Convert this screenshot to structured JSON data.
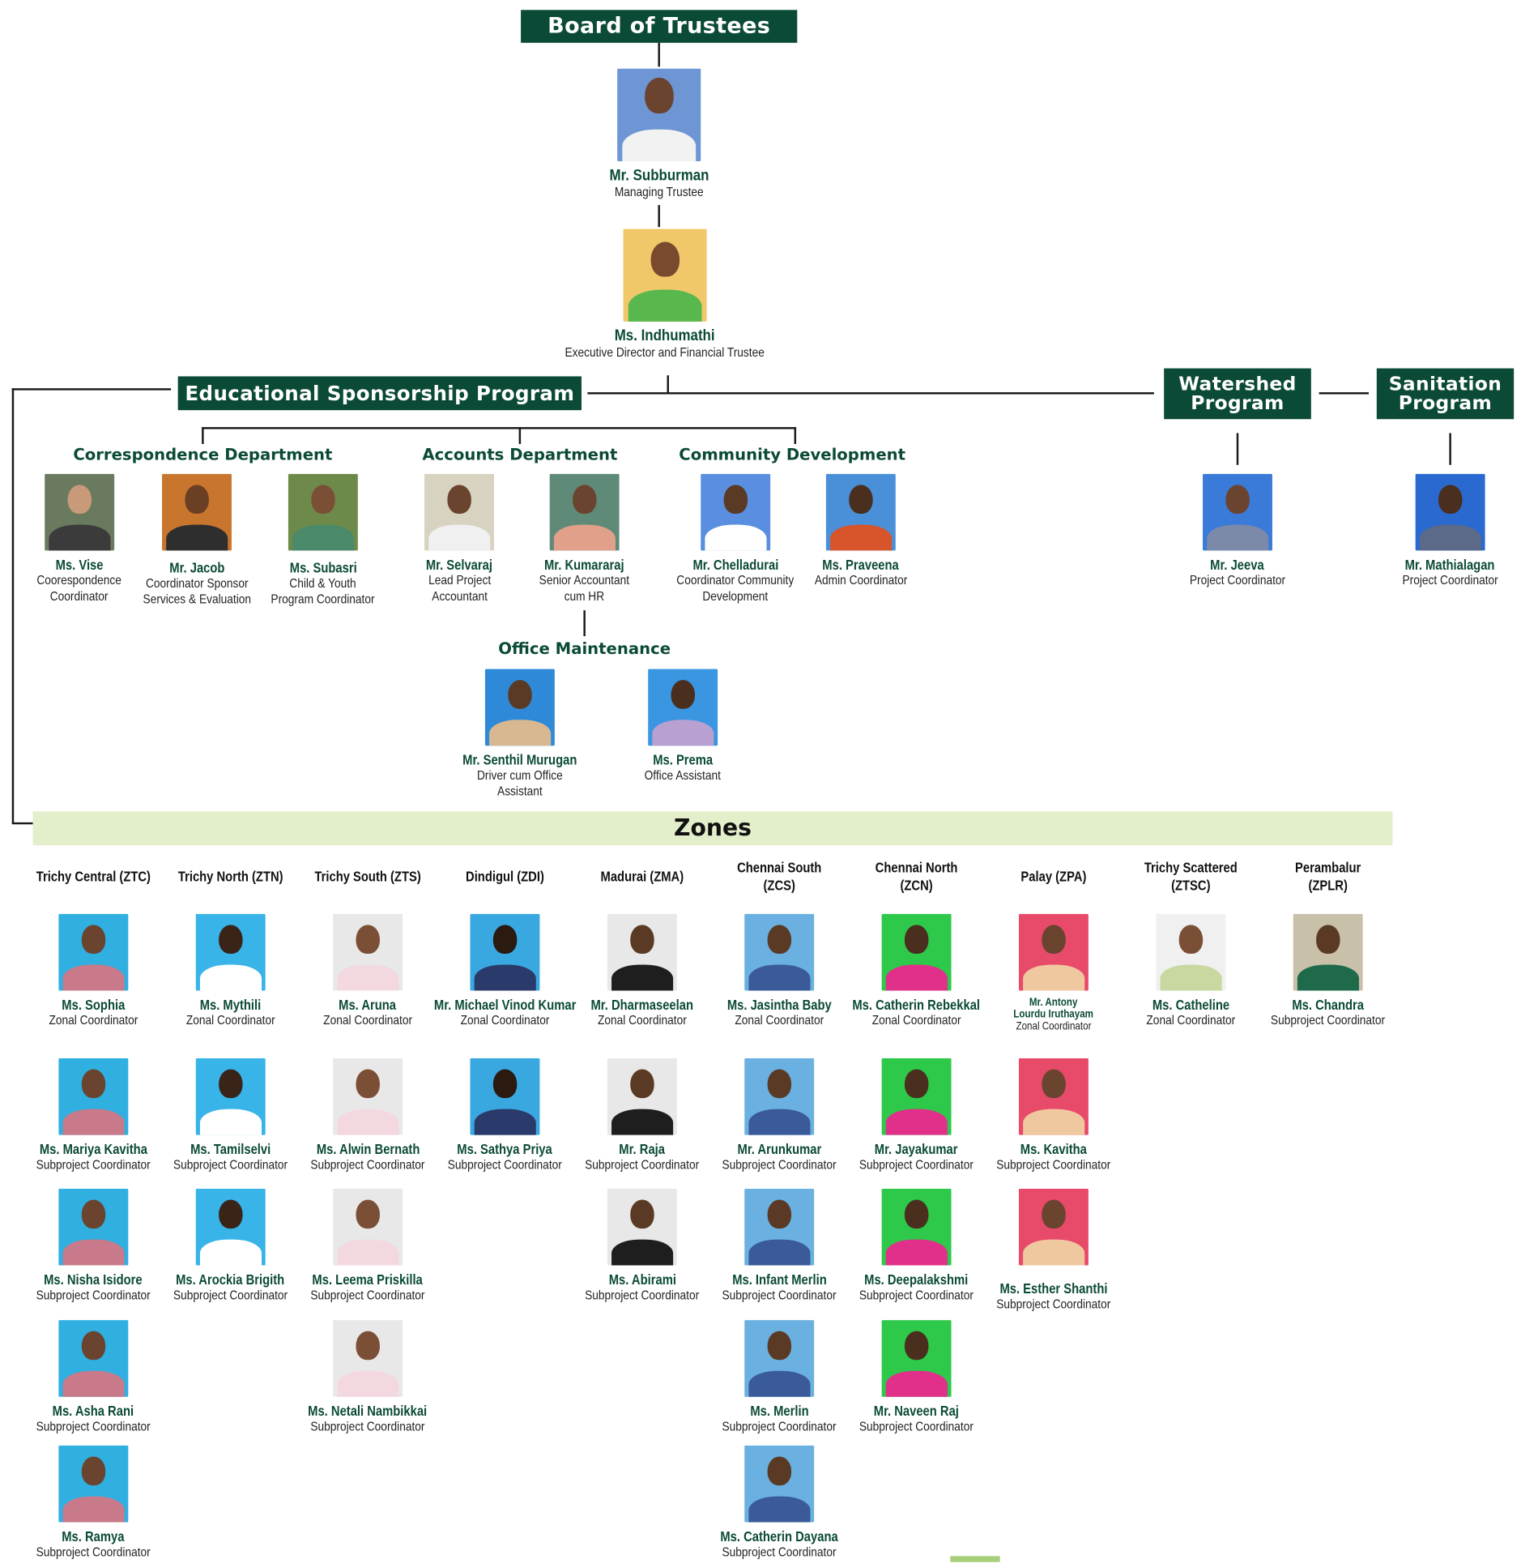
{
  "headers": {
    "board": "Board of Trustees",
    "esp": "Educational Sponsorship Program",
    "watershed": "Watershed\nProgram",
    "sanitation": "Sanitation\nProgram",
    "zones": "Zones"
  },
  "departments": {
    "correspondence": "Correspondence Department",
    "accounts": "Accounts Department",
    "community": "Community Development",
    "office": "Office Maintenance"
  },
  "colors": {
    "header_green": "#0b4a36",
    "zones_bar": "#e3efcb"
  },
  "leaders": [
    {
      "name": "Mr. Subburman",
      "role": "Managing Trustee"
    },
    {
      "name": "Ms. Indhumathi",
      "role": "Executive Director and Financial Trustee"
    }
  ],
  "staff": {
    "correspondence": [
      {
        "name": "Ms. Vise",
        "role": "Coorespondence\nCoordinator"
      },
      {
        "name": "Mr. Jacob",
        "role": "Coordinator Sponsor\nServices & Evaluation"
      },
      {
        "name": "Ms. Subasri",
        "role": "Child & Youth\nProgram Coordinator"
      }
    ],
    "accounts": [
      {
        "name": "Mr. Selvaraj",
        "role": "Lead Project\nAccountant"
      },
      {
        "name": "Mr. Kumararaj",
        "role": "Senior Accountant\ncum HR"
      }
    ],
    "community": [
      {
        "name": "Mr. Chelladurai",
        "role": "Coordinator Community\nDevelopment"
      },
      {
        "name": "Ms. Praveena",
        "role": "Admin Coordinator"
      }
    ],
    "office": [
      {
        "name": "Mr. Senthil Murugan",
        "role": "Driver cum Office Assistant"
      },
      {
        "name": "Ms. Prema",
        "role": "Office Assistant"
      }
    ],
    "watershed": [
      {
        "name": "Mr. Jeeva",
        "role": "Project Coordinator"
      }
    ],
    "sanitation": [
      {
        "name": "Mr. Mathialagan",
        "role": "Project Coordinator"
      }
    ]
  },
  "zones": [
    {
      "label": "Trichy Central (ZTC)",
      "people": [
        {
          "name": "Ms. Sophia",
          "role": "Zonal Coordinator"
        },
        {
          "name": "Ms. Mariya Kavitha",
          "role": "Subproject Coordinator"
        },
        {
          "name": "Ms. Nisha Isidore",
          "role": "Subproject Coordinator"
        },
        {
          "name": "Ms. Asha Rani",
          "role": "Subproject Coordinator"
        },
        {
          "name": "Ms. Ramya",
          "role": "Subproject Coordinator"
        }
      ]
    },
    {
      "label": "Trichy North (ZTN)",
      "people": [
        {
          "name": "Ms. Mythili",
          "role": "Zonal Coordinator"
        },
        {
          "name": "Ms. Tamilselvi",
          "role": "Subproject Coordinator"
        },
        {
          "name": "Ms. Arockia Brigith",
          "role": "Subproject Coordinator"
        }
      ]
    },
    {
      "label": "Trichy South (ZTS)",
      "people": [
        {
          "name": "Ms. Aruna",
          "role": "Zonal Coordinator"
        },
        {
          "name": "Ms. Alwin Bernath",
          "role": "Subproject Coordinator"
        },
        {
          "name": "Ms. Leema Priskilla",
          "role": "Subproject Coordinator"
        },
        {
          "name": "Ms. Netali Nambikkai",
          "role": "Subproject Coordinator"
        }
      ]
    },
    {
      "label": "Dindigul (ZDI)",
      "people": [
        {
          "name": "Mr. Michael Vinod Kumar",
          "role": "Zonal Coordinator"
        },
        {
          "name": "Ms. Sathya Priya",
          "role": "Subproject Coordinator"
        }
      ]
    },
    {
      "label": "Madurai (ZMA)",
      "people": [
        {
          "name": "Mr. Dharmaseelan",
          "role": "Zonal Coordinator"
        },
        {
          "name": "Mr. Raja",
          "role": "Subproject Coordinator"
        },
        {
          "name": "Ms. Abirami",
          "role": "Subproject Coordinator"
        }
      ]
    },
    {
      "label": "Chennai South\n(ZCS)",
      "people": [
        {
          "name": "Ms. Jasintha Baby",
          "role": "Zonal Coordinator"
        },
        {
          "name": "Mr. Arunkumar",
          "role": "Subproject Coordinator"
        },
        {
          "name": "Ms. Infant Merlin",
          "role": "Subproject Coordinator"
        },
        {
          "name": "Ms. Merlin",
          "role": "Subproject Coordinator"
        },
        {
          "name": "Ms. Catherin Dayana",
          "role": "Subproject Coordinator"
        }
      ]
    },
    {
      "label": "Chennai North\n(ZCN)",
      "people": [
        {
          "name": "Ms. Catherin Rebekkal",
          "role": "Zonal Coordinator"
        },
        {
          "name": "Mr. Jayakumar",
          "role": "Subproject Coordinator"
        },
        {
          "name": "Ms. Deepalakshmi",
          "role": "Subproject Coordinator"
        },
        {
          "name": "Mr. Naveen Raj",
          "role": "Subproject Coordinator"
        }
      ]
    },
    {
      "label": "Palay (ZPA)",
      "people": [
        {
          "name": "Mr. Antony\nLourdu Iruthayam",
          "role": "Zonal Coordinator"
        },
        {
          "name": "Ms. Kavitha",
          "role": "Subproject Coordinator"
        },
        {
          "name": "Ms. Esther Shanthi",
          "role": "Subproject Coordinator"
        }
      ]
    },
    {
      "label": "Trichy Scattered\n(ZTSC)",
      "people": [
        {
          "name": "Ms. Catheline",
          "role": "Zonal Coordinator"
        }
      ]
    },
    {
      "label": "Perambalur\n(ZPLR)",
      "people": [
        {
          "name": "Ms. Chandra",
          "role": "Subproject Coordinator"
        }
      ]
    }
  ]
}
